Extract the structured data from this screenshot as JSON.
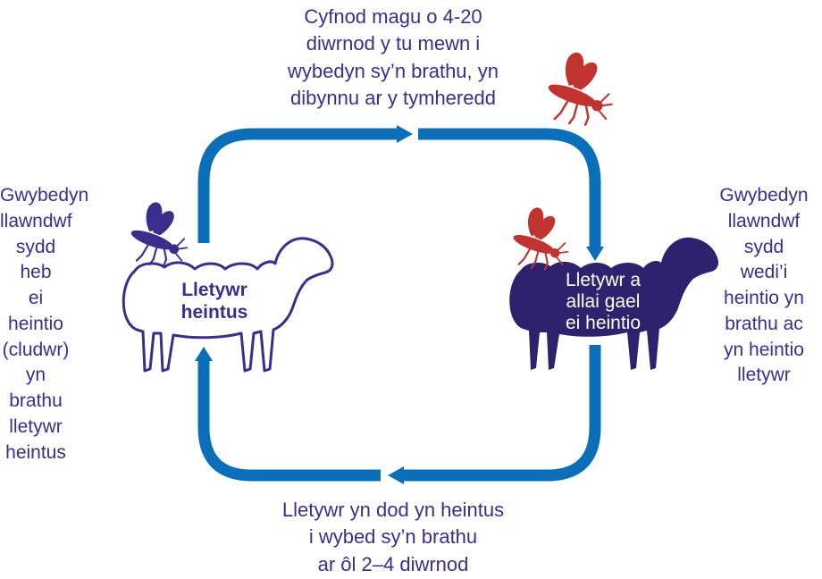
{
  "labels": {
    "top": "Cyfnod magu o 4-20\ndiwrnod y tu mewn i\nwybedyn sy’n brathu, yn\ndibynnu ar y tymheredd",
    "bottom": "Lletywr yn dod yn heintus\ni wybed sy’n brathu\nar ôl 2–4 diwrnod",
    "left": "Gwybedyn\nllawndwf\nsydd heb\nei heintio\n(cludwr)\nyn brathu\nlletywr\nheintus",
    "right": "Gwybedyn\nllawndwf\nsydd\nwedi’i\nheintio yn\nbrathu ac\nyn heintio\nlletywr"
  },
  "sheep": {
    "infectious_host": "Lletywr\nheintus",
    "susceptible_host": "Lletywr a\nallai gael\nei heintio"
  },
  "icons": {
    "midge_uninfected": "purple-midge-icon",
    "midge_infected_large": "red-midge-icon",
    "midge_infected_small": "red-midge-icon",
    "sheep_outline": "white-sheep-icon",
    "sheep_filled": "purple-sheep-icon"
  },
  "colors": {
    "cycle_arrow": "#0a6fb8",
    "text": "#3a2e8c",
    "infected_midge": "#c0332e",
    "uninfected_midge": "#3a2e8c",
    "susceptible_sheep": "#2c226e"
  }
}
